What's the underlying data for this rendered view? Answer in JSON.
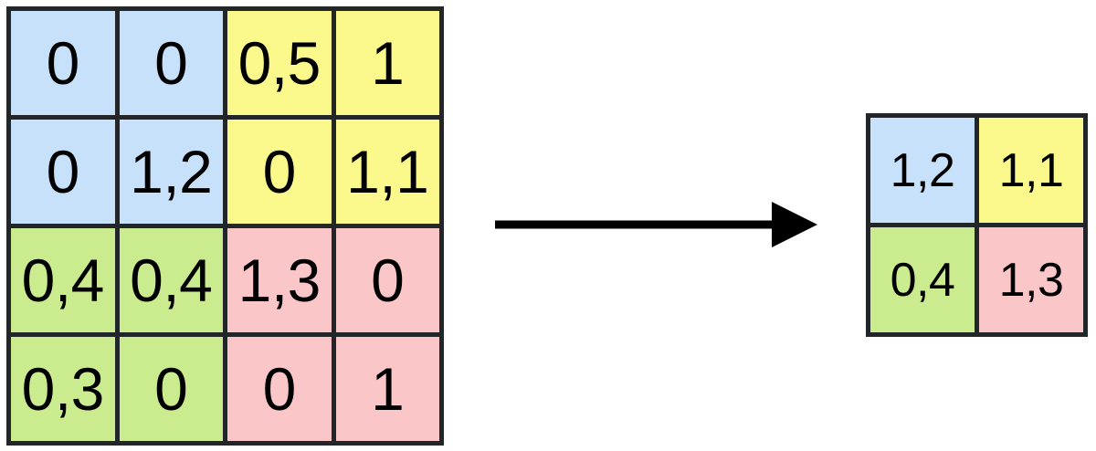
{
  "diagram": {
    "title": "max-pooling-2x2",
    "palette": {
      "blue": "#c8e1fb",
      "yellow": "#fbf98c",
      "green": "#cbec8e",
      "pink": "#fbc6c7",
      "line": "#222629",
      "text": "#000000",
      "background": "#ffffff"
    },
    "input_grid": {
      "rows": 4,
      "cols": 4,
      "cells": [
        {
          "value": "0",
          "color": "blue"
        },
        {
          "value": "0",
          "color": "blue"
        },
        {
          "value": "0,5",
          "color": "yellow"
        },
        {
          "value": "1",
          "color": "yellow"
        },
        {
          "value": "0",
          "color": "blue"
        },
        {
          "value": "1,2",
          "color": "blue"
        },
        {
          "value": "0",
          "color": "yellow"
        },
        {
          "value": "1,1",
          "color": "yellow"
        },
        {
          "value": "0,4",
          "color": "green"
        },
        {
          "value": "0,4",
          "color": "green"
        },
        {
          "value": "1,3",
          "color": "pink"
        },
        {
          "value": "0",
          "color": "pink"
        },
        {
          "value": "0,3",
          "color": "green"
        },
        {
          "value": "0",
          "color": "green"
        },
        {
          "value": "0",
          "color": "pink"
        },
        {
          "value": "1",
          "color": "pink"
        }
      ]
    },
    "arrow": {
      "label": "",
      "direction": "right"
    },
    "output_grid": {
      "rows": 2,
      "cols": 2,
      "cells": [
        {
          "value": "1,2",
          "color": "blue"
        },
        {
          "value": "1,1",
          "color": "yellow"
        },
        {
          "value": "0,4",
          "color": "green"
        },
        {
          "value": "1,3",
          "color": "pink"
        }
      ]
    }
  }
}
